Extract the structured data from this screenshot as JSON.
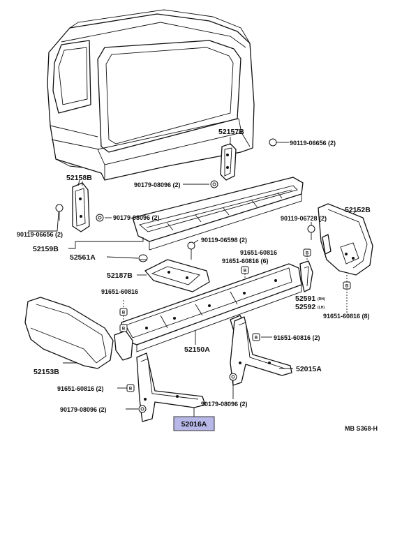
{
  "diagram": {
    "bolt_glyph": "B",
    "figure_code": "MB S368-H",
    "highlighted_part": "52016A",
    "labels": {
      "p52157B": "52157B",
      "p90119_06656_right": "90119-06656 (2)",
      "p52158B": "52158B",
      "p90179_08096_upper": "90179-08096 (2)",
      "p90179_08096_middle": "90179-08096 (2)",
      "p90119_06656_left": "90119-06656 (2)",
      "p52152B": "52152B",
      "p90119_06728": "90119-06728 (2)",
      "p90119_06598": "90119-06598 (2)",
      "p52159B": "52159B",
      "p52561A": "52561A",
      "p91651_60816_center": "91651-60816",
      "p91651_60816_6": "91651-60816 (6)",
      "p52187B": "52187B",
      "p91651_60816_left": "91651-60816",
      "p52591": "52591",
      "p52591_side": "(RH)",
      "p52592": "52592",
      "p52592_side": "(LH)",
      "p91651_60816_8": "91651-60816 (8)",
      "p52150A": "52150A",
      "p91651_60816_2_right": "91651-60816 (2)",
      "p52153B": "52153B",
      "p52015A": "52015A",
      "p91651_60816_2_left": "91651-60816 (2)",
      "p90179_08096_bottom_left": "90179-08096 (2)",
      "p90179_08096_bottom_right": "90179-08096 (2)",
      "p52016A": "52016A"
    }
  }
}
